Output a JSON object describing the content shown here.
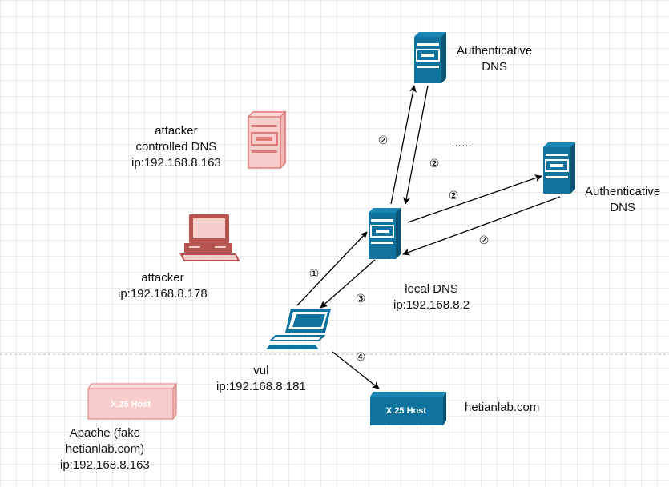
{
  "nodes": {
    "auth_dns_top": {
      "line1": "Authenticative",
      "line2": "DNS"
    },
    "auth_dns_right": {
      "line1": "Authenticative",
      "line2": "DNS"
    },
    "attacker_dns": {
      "line1": "attacker",
      "line2": "controlled DNS",
      "line3": "ip:192.168.8.163"
    },
    "attacker": {
      "line1": "attacker",
      "line2": "ip:192.168.8.178"
    },
    "local_dns": {
      "line1": "local DNS",
      "line2": "ip:192.168.8.2"
    },
    "vul": {
      "line1": "vul",
      "line2": "ip:192.168.8.181"
    },
    "apache": {
      "line1": "Apache (fake",
      "line2": "hetianlab.com)",
      "line3": "ip:192.168.8.163",
      "box_text": "X.25 Host"
    },
    "hetianlab": {
      "label": "hetianlab.com",
      "box_text": "X.25 Host"
    }
  },
  "edge_labels": {
    "step1": "①",
    "step2": "②",
    "step3": "③",
    "step4": "④",
    "ellipsis": "……"
  },
  "colors": {
    "blue": "#10739e",
    "red": "#b85450",
    "red_fill": "#f8cecc",
    "red_stroke": "#e07b78"
  }
}
